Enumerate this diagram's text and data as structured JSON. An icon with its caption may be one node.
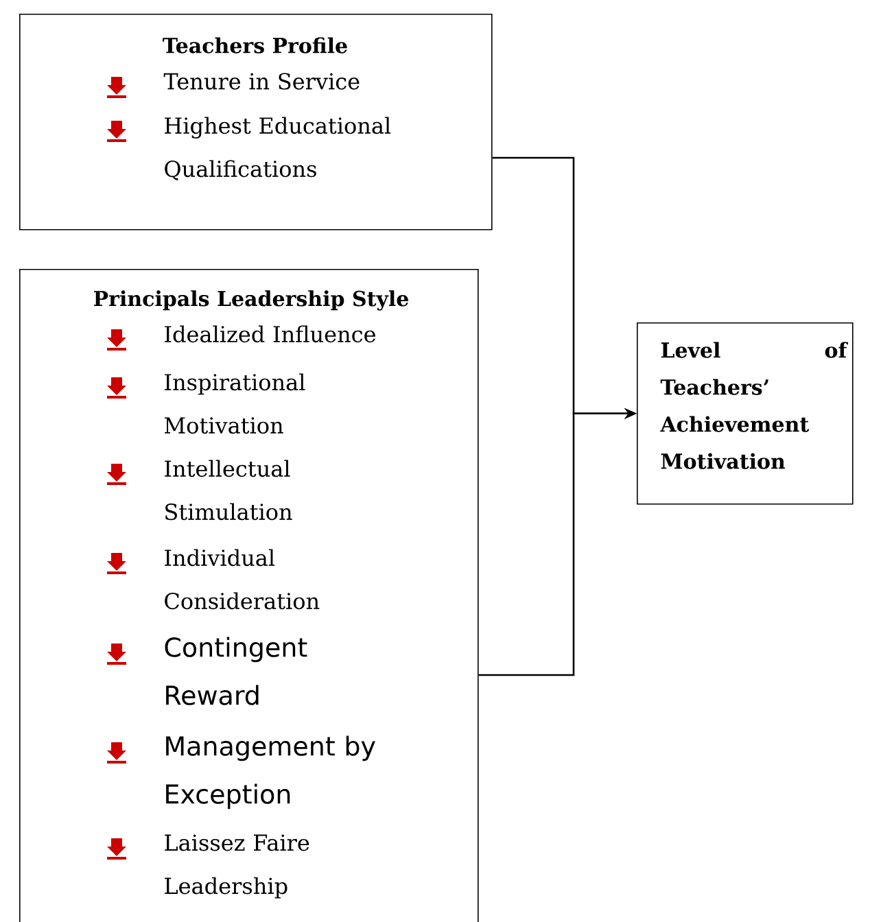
{
  "diagram": {
    "nodes": [
      {
        "text": [
          "Teachers Profile",
          "Tenure in Service",
          "Highest Educational Qualifications"
        ]
      },
      {
        "text": [
          "Principals Leadership Style",
          "Idealized Influence",
          "Inspirational Motivation",
          "Intellectual Stimulation",
          "Individual Consideration",
          "Contingent Reward",
          "Management by Exception",
          "Laissez Faire Leadership"
        ]
      },
      {
        "text": [
          "Level of Teachers’ Achievement Motivation"
        ]
      }
    ],
    "edges": [
      {
        "from": 0,
        "to": 2,
        "arrow": "to"
      },
      {
        "from": 1,
        "to": 2,
        "arrow": "to"
      }
    ]
  }
}
